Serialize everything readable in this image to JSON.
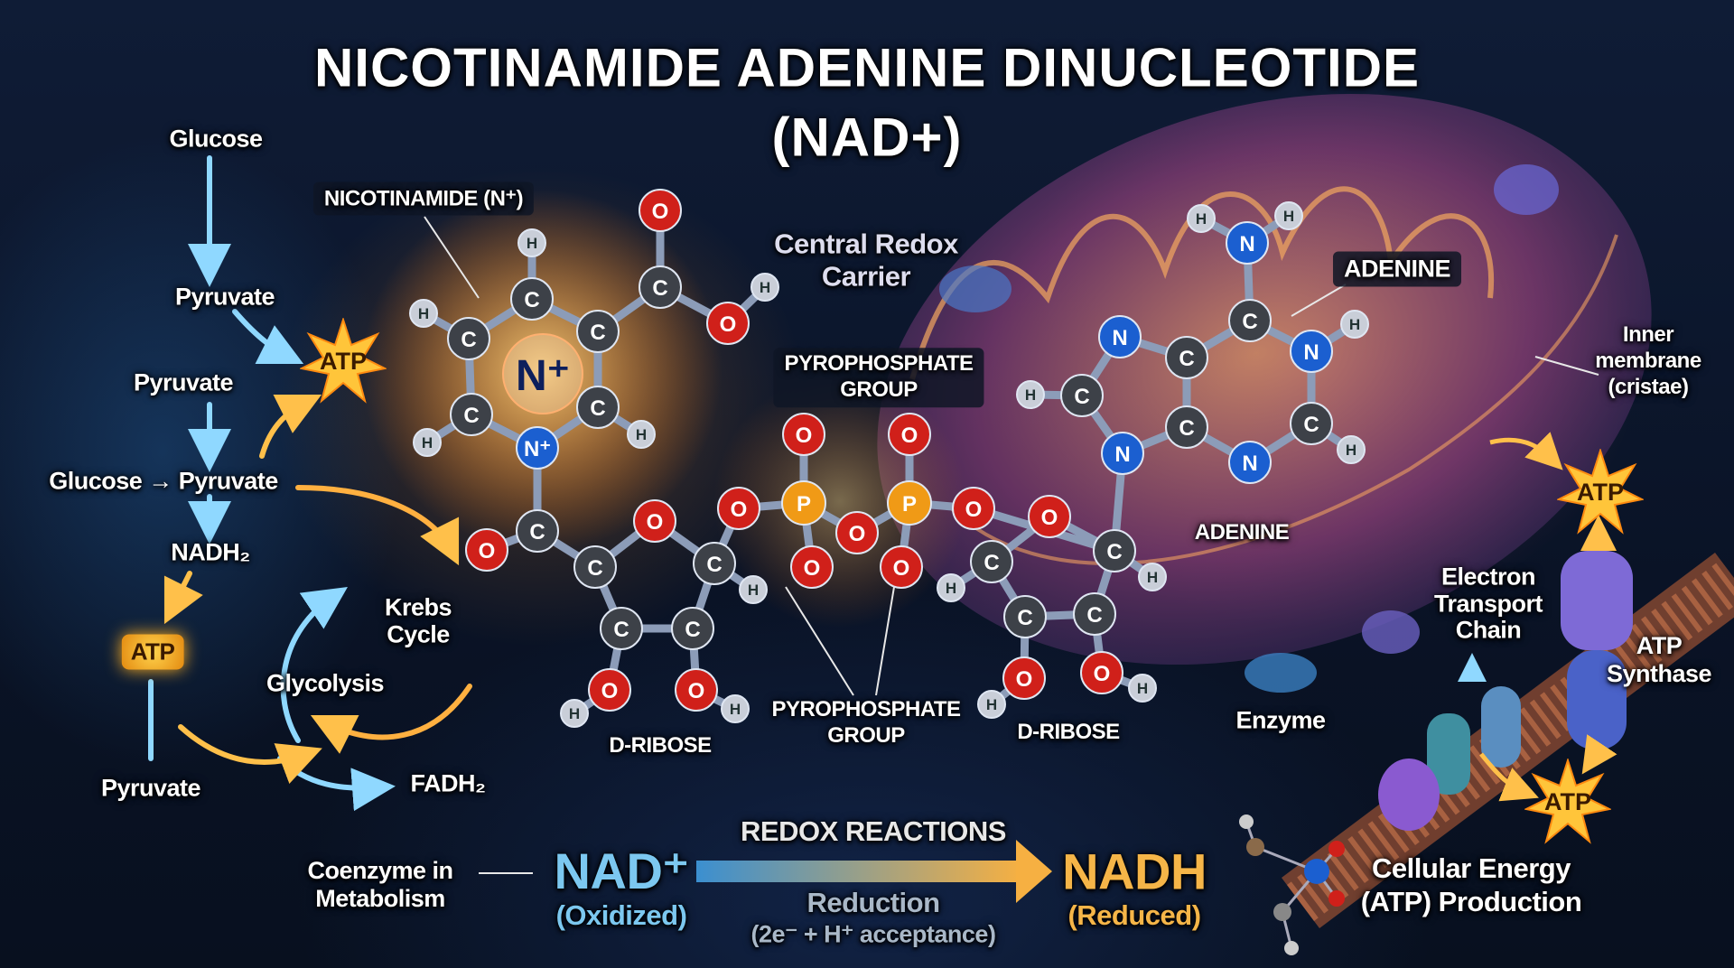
{
  "title": {
    "line1": "NICOTINAMIDE ADENINE DINUCLEOTIDE",
    "line2": "(NAD+)"
  },
  "pathway": {
    "glucose_top": "Glucose",
    "pyruvate_1": "Pyruvate",
    "atp_star": "ATP",
    "pyruvate_2": "Pyruvate",
    "glucose_pyruvate": "Glucose → Pyruvate",
    "nadh2": "NADH₂",
    "atp_box": "ATP",
    "krebs_cycle": "Krebs\nCycle",
    "glycolysis": "Glycolysis",
    "pyruvate_bottom": "Pyruvate",
    "fadh2": "FADH₂"
  },
  "labels": {
    "nicotinamide": "NICOTINAMIDE (N⁺)",
    "central_redox": "Central Redox\nCarrier",
    "pyrophosphate_top": "PYROPHOSPHATE\nGROUP",
    "adenine_box": "ADENINE",
    "inner_membrane": "Inner\nmembrane\n(cristae)",
    "adenine_text": "ADENINE",
    "d_ribose_left": "D-RIBOSE",
    "pyrophosphate_bottom": "PYROPHOSPHATE\nGROUP",
    "d_ribose_right": "D-RIBOSE",
    "etc": "Electron\nTransport\nChain",
    "atp_synthase": "ATP\nSynthase",
    "enzyme": "Enzyme",
    "atp_upper": "ATP",
    "atp_lower": "ATP"
  },
  "molecule": {
    "atom_labels": [
      "O",
      "C",
      "O",
      "H",
      "H",
      "C",
      "C",
      "C",
      "H",
      "N⁺",
      "C",
      "H",
      "C",
      "H",
      "C",
      "O",
      "C",
      "O",
      "C",
      "H",
      "C",
      "C",
      "O",
      "H",
      "O",
      "H",
      "O",
      "P",
      "O",
      "O",
      "O",
      "P",
      "O",
      "O",
      "O",
      "O",
      "C",
      "H",
      "C",
      "H",
      "C",
      "C",
      "O",
      "H",
      "O",
      "H",
      "N",
      "C",
      "H",
      "N",
      "C",
      "C",
      "N",
      "C",
      "H",
      "N",
      "H",
      "C",
      "N",
      "H",
      "H"
    ],
    "ring_center_label": "N⁺",
    "colors": {
      "C": "#3d4148",
      "O": "#d0201a",
      "N": "#1b5fd0",
      "H": "#c9ced8",
      "P": "#f09a16"
    }
  },
  "bottom": {
    "redox_reactions": "REDOX REACTIONS",
    "coenzyme": "Coenzyme in\nMetabolism",
    "nad_plus": "NAD⁺",
    "oxidized": "(Oxidized)",
    "reduction": "Reduction",
    "acceptance": "(2e⁻ + H⁺ acceptance)",
    "nadh": "NADH",
    "reduced": "(Reduced)",
    "cellular_energy": "Cellular Energy\n(ATP) Production"
  },
  "colors": {
    "nad_blue": "#7cc8f0",
    "nadh_orange": "#f5b548",
    "atp_gold": "#ffc53a"
  }
}
